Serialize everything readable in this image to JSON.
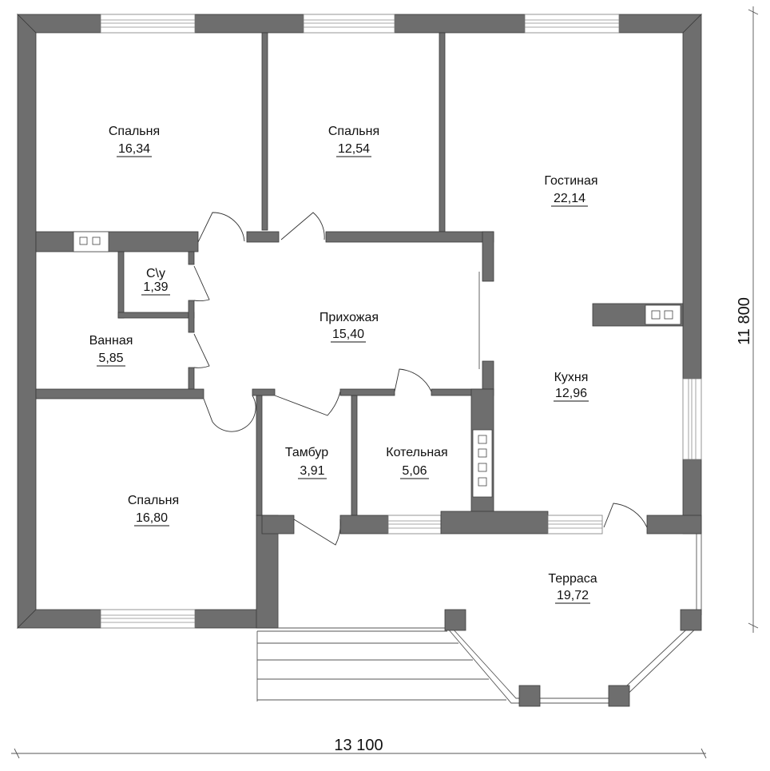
{
  "rooms": {
    "bedroom_1": {
      "name": "Спальня",
      "area": "16,34"
    },
    "bedroom_2": {
      "name": "Спальня",
      "area": "12,54"
    },
    "living": {
      "name": "Гостиная",
      "area": "22,14"
    },
    "wc": {
      "name": "С\\у",
      "area": "1,39"
    },
    "hall": {
      "name": "Прихожая",
      "area": "15,40"
    },
    "bathroom": {
      "name": "Ванная",
      "area": "5,85"
    },
    "kitchen": {
      "name": "Кухня",
      "area": "12,96"
    },
    "vestibule": {
      "name": "Тамбур",
      "area": "3,91"
    },
    "boiler": {
      "name": "Котельная",
      "area": "5,06"
    },
    "bedroom_3": {
      "name": "Спальня",
      "area": "16,80"
    },
    "terrace": {
      "name": "Терраса",
      "area": "19,72"
    }
  },
  "dimensions": {
    "width": "13 100",
    "height": "11 800"
  },
  "colors": {
    "wall": "#6e6e6e",
    "background": "#ffffff"
  }
}
